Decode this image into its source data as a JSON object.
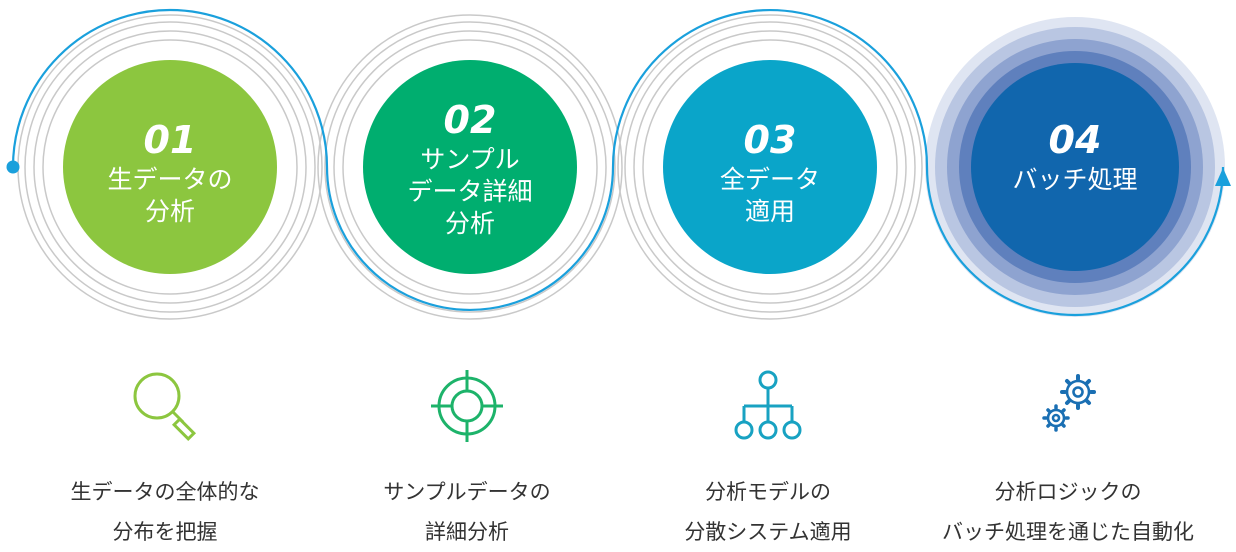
{
  "colors": {
    "line": "#1aa0dc",
    "ring": "#c9c9c9",
    "step1": "#8cc63f",
    "step2": "#00ae6f",
    "step3": "#0aa5c9",
    "step4": "#1166ad",
    "icon1": "#8cc63f",
    "icon2": "#1db36a",
    "icon3": "#18a2c2",
    "icon4": "#1a6fb3"
  },
  "steps": [
    {
      "number": "01",
      "label": "生データの\n分析"
    },
    {
      "number": "02",
      "label": "サンプル\nデータ詳細\n分析"
    },
    {
      "number": "03",
      "label": "全データ\n適用"
    },
    {
      "number": "04",
      "label": "バッチ処理"
    }
  ],
  "features": [
    {
      "icon": "magnifier-icon",
      "text": "生データの全体的な\n分布を把握"
    },
    {
      "icon": "target-icon",
      "text": "サンプルデータの\n詳細分析"
    },
    {
      "icon": "hierarchy-icon",
      "text": "分析モデルの\n分散システム適用"
    },
    {
      "icon": "gears-icon",
      "text": "分析ロジックの\nバッチ処理を通じた自動化"
    }
  ]
}
